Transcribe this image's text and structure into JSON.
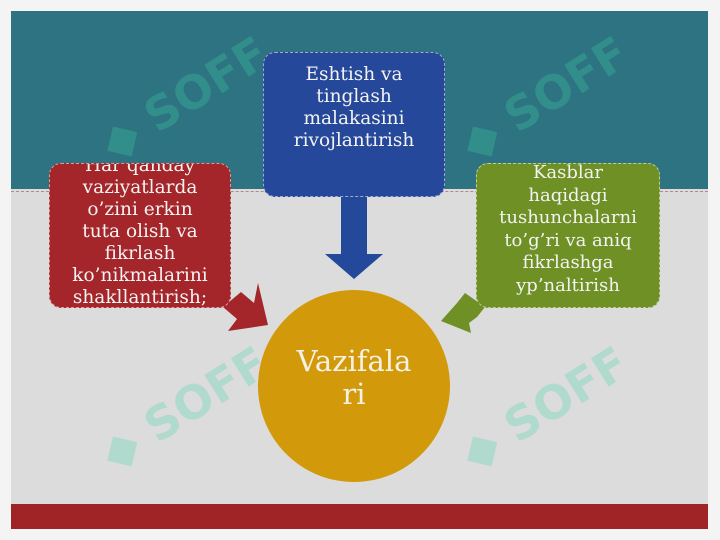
{
  "diagram": {
    "center": {
      "label": "Vazifala\nri",
      "color": "#d29a0a"
    },
    "boxes": [
      {
        "id": "left",
        "text": "Har qanday\nvaziyatlarda\no’zini erkin\ntuta olish va\nfikrlash\nko’nikmalarini\nshakllantirish;",
        "color": "#a4262a"
      },
      {
        "id": "top",
        "text": "Eshtish va\ntinglash\nmalakasini\nrivojlantirish",
        "color": "#26489a"
      },
      {
        "id": "right",
        "text": "Kasblar\nhaqidagi\ntushunchalarni\nto’g’ri va aniq\nfikrlashga\nyp’naltirish",
        "color": "#6e9025"
      }
    ]
  },
  "theme": {
    "top_band_color": "#2e7381",
    "bottom_band_color": "#a02326",
    "background_color": "#dcdcdc"
  },
  "watermark": {
    "text": "SOFF",
    "color": "#3fd6a8"
  }
}
